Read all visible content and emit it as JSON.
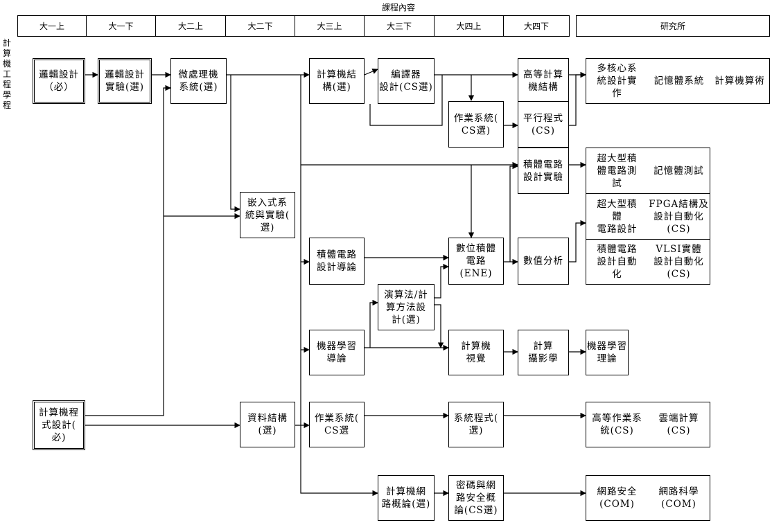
{
  "header": {
    "title": "課程內容",
    "columns": [
      "大一上",
      "大一下",
      "大二上",
      "大二下",
      "大三上",
      "大三下",
      "大四上",
      "大四下",
      "研究所"
    ]
  },
  "side_title": "計\n算\n機\n工\n程\n學\n程",
  "courses": {
    "logic_design": [
      "邏輯設計",
      "（必）"
    ],
    "logic_lab": [
      "邏輯設計",
      "實驗(選)"
    ],
    "microprocessor": [
      "微處理機",
      "系統(選)"
    ],
    "embedded": [
      "嵌入式系",
      "統與實驗(",
      "選)"
    ],
    "comp_arch": [
      "計算機結",
      "構(選)"
    ],
    "compiler": [
      "編譯器",
      "設計(CS選)"
    ],
    "adv_comp_arch": [
      "高等計算",
      "機結構"
    ],
    "multicore": [
      "多核心系",
      "統設計實",
      "作"
    ],
    "memory_sys": [
      "記憶體系統"
    ],
    "comp_arith": [
      "計算機算術"
    ],
    "os_cs": [
      "作業系統(",
      "CS選)"
    ],
    "parallel": [
      "平行程式",
      "(CS)"
    ],
    "ic_lab": [
      "積體電路",
      "設計實驗"
    ],
    "vlsi_test": [
      "超大型積",
      "體電路測",
      "試"
    ],
    "mem_test": [
      "記憶體測試"
    ],
    "vlsi_design": [
      "超大型積",
      "體",
      "電路設計"
    ],
    "fpga": [
      "FPGA結構及",
      "設計自動化",
      "(CS)"
    ],
    "ic_intro": [
      "積體電路",
      "設計導論"
    ],
    "digital_ic": [
      "數位積體",
      "電路",
      "(ENE)"
    ],
    "numerical": [
      "數值分析"
    ],
    "ic_da": [
      "積體電路",
      "設計自動",
      "化"
    ],
    "vlsi_da": [
      "VLSI實體",
      "設計自動化",
      "(CS)"
    ],
    "algorithms": [
      "演算法/計",
      "算方法設",
      "計(選)"
    ],
    "ml_intro": [
      "機器學習",
      "導論"
    ],
    "comp_vision": [
      "計算機",
      "視覺"
    ],
    "comp_photo": [
      "計算",
      "攝影學"
    ],
    "ml_theory": [
      "機器學習",
      "理論"
    ],
    "programming": [
      "計算機程",
      "式設計(",
      "必)"
    ],
    "data_struct": [
      "資料結構",
      "(選)"
    ],
    "os": [
      "作業系統(",
      "CS選"
    ],
    "sys_prog": [
      "系統程式(",
      "選)"
    ],
    "adv_os": [
      "高等作業系",
      "統(CS)"
    ],
    "cloud": [
      "雲端計算",
      "(CS)"
    ],
    "networks": [
      "計算機網",
      "路概論(選)"
    ],
    "crypto": [
      "密碼與網",
      "路安全概",
      "論(CS選)"
    ],
    "net_security": [
      "網路安全",
      "(COM)"
    ],
    "net_science": [
      "網路科學",
      "(COM)"
    ]
  }
}
